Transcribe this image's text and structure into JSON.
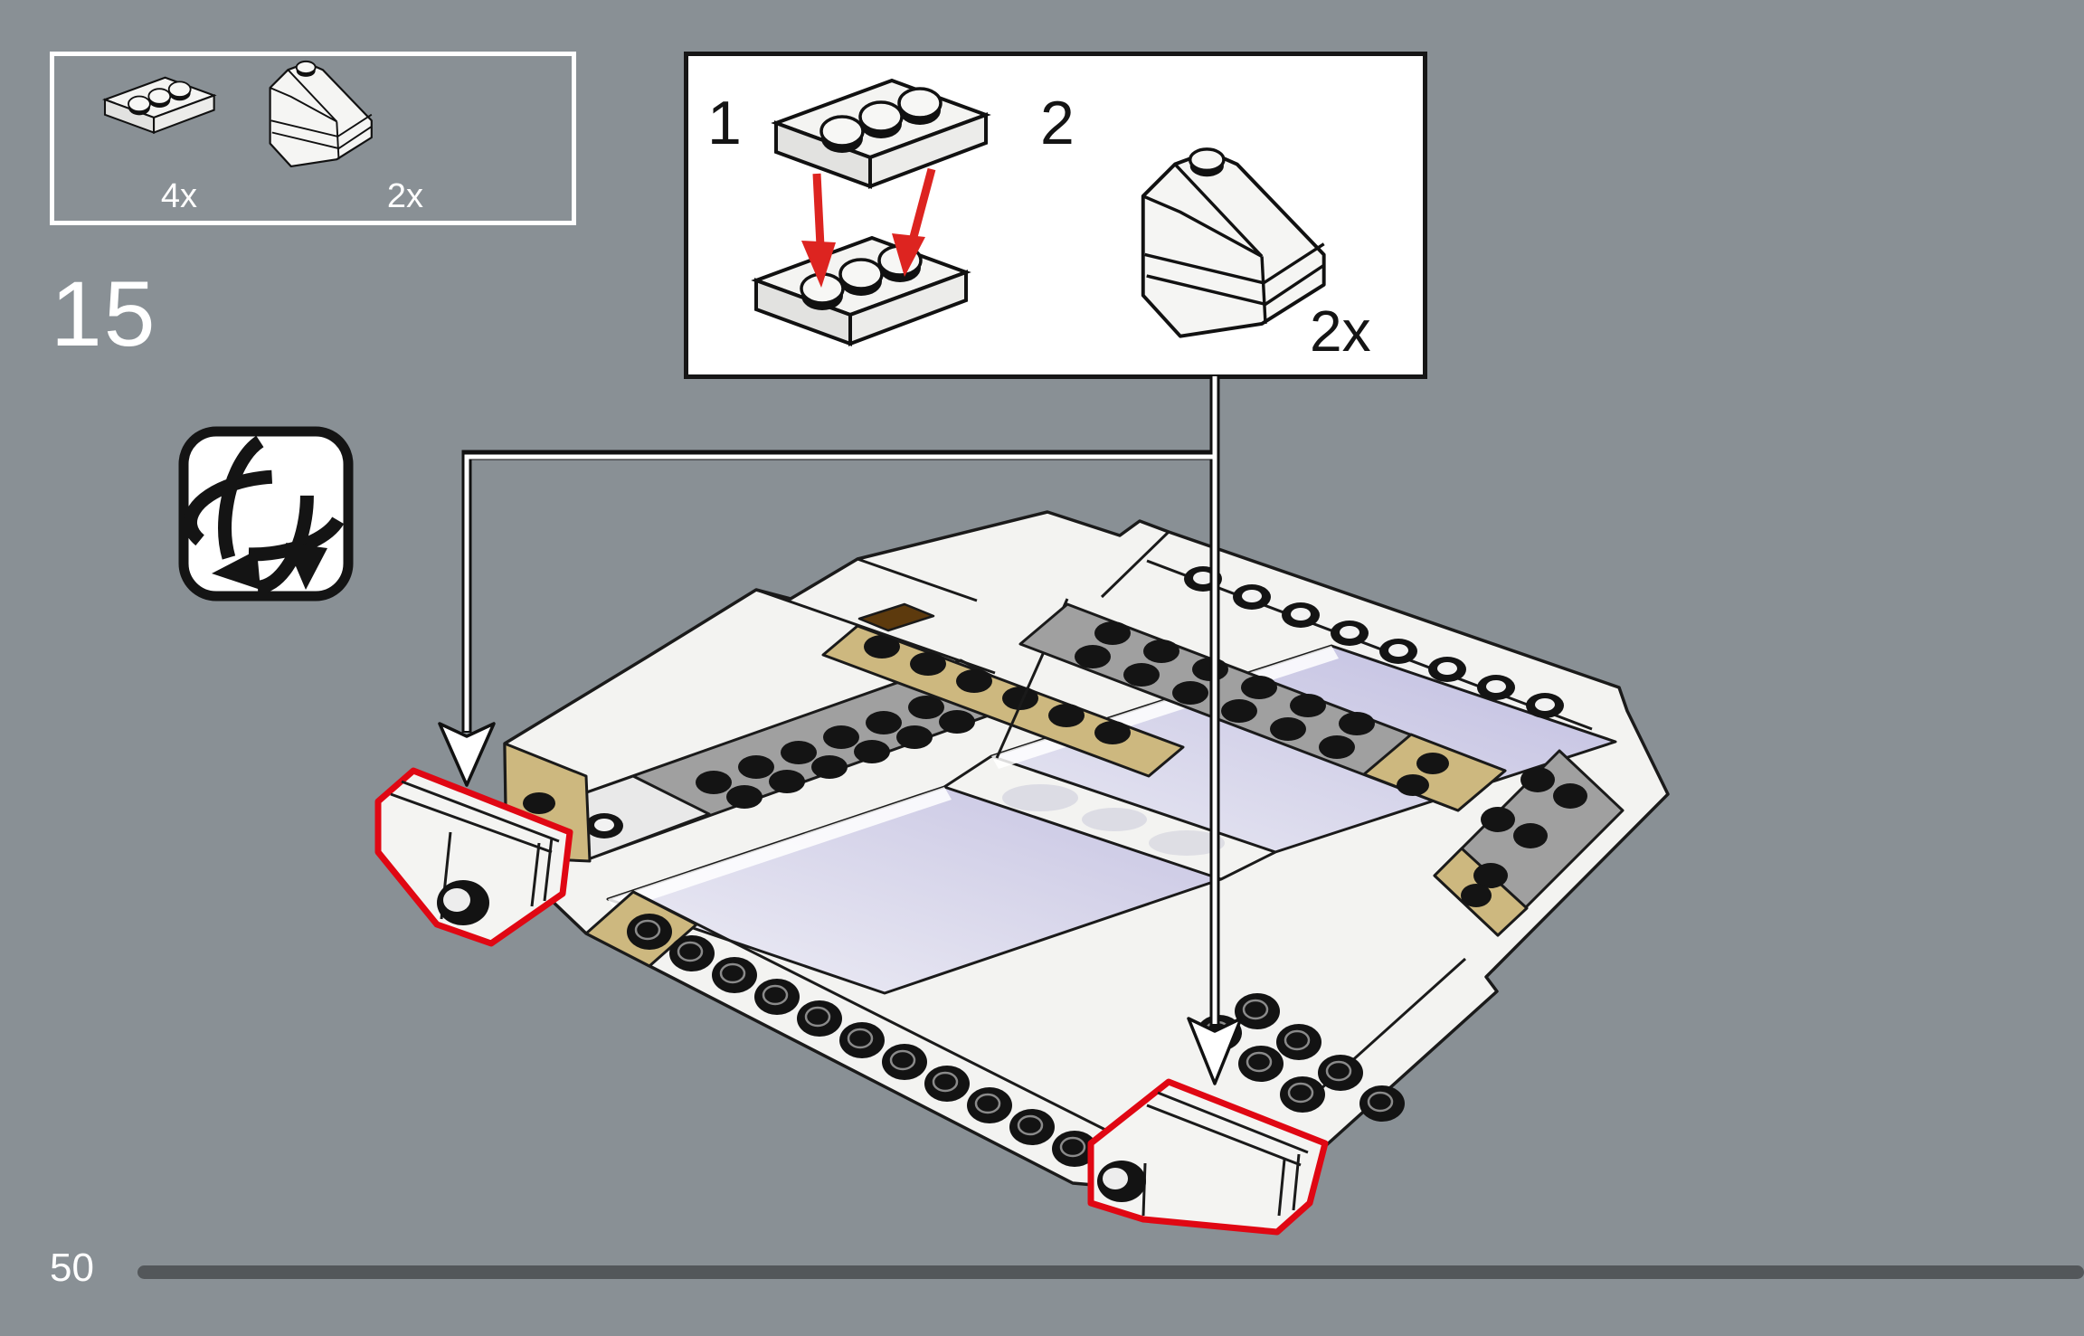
{
  "page": {
    "number": "50",
    "step_number": "15"
  },
  "parts_panel": {
    "items": [
      {
        "name": "plate-1x3-white",
        "qty": "4x"
      },
      {
        "name": "slope-1x3-white",
        "qty": "2x"
      }
    ]
  },
  "callout": {
    "substeps": [
      {
        "label": "1"
      },
      {
        "label": "2"
      }
    ],
    "qty_label": "2x"
  },
  "icons": {
    "rotate_icon": "rotate-model-3d",
    "placement_arrow": "white-down-arrow",
    "attach_arrow": "red-down-arrow"
  },
  "colors": {
    "background": "#899095",
    "highlight_red": "#e00713",
    "arrow_red": "#dd2420",
    "tan_plate": "#cdb87f",
    "gray_plate": "#a0a0a0",
    "lavender_floor": "#cac7e5",
    "brown_plate": "#5d3a0d",
    "progress_bar": "#53575a"
  }
}
